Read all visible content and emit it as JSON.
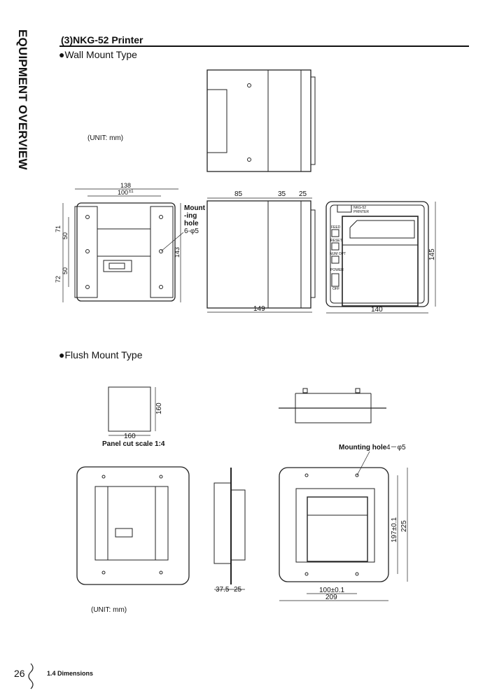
{
  "side_title": "EQUIPMENT OVERVIEW",
  "section_title": "(3)NKG-52 Printer",
  "wall_mount": {
    "heading": "●Wall Mount Type",
    "unit": "(UNIT: mm)",
    "rear_dims": {
      "width": "138",
      "hole_pitch": "100",
      "hole_tol": "±1",
      "top": "71",
      "bottom": "72",
      "pitch1": "50",
      "pitch2": "50",
      "height": "143"
    },
    "mount_hole": {
      "line1": "Mount",
      "line2": "-ing",
      "line3": "hole",
      "spec": "6-φ5"
    },
    "side_dims": {
      "d1": "85",
      "d2": "35",
      "d3": "25",
      "total": "149"
    },
    "front_dims": {
      "width": "140",
      "height": "145"
    },
    "front_panel": {
      "model": "NKG-52",
      "name": "PRINTER",
      "feed": "FEED",
      "reset": "RESET",
      "num": "NUM OPT",
      "power": "POWER",
      "off": "OFF"
    }
  },
  "flush_mount": {
    "heading": "●Flush Mount Type",
    "panel_cut": {
      "width": "160",
      "height": "160",
      "caption": "Panel cut scale 1:4"
    },
    "side_dims": {
      "d1": "37.5",
      "d2": "25"
    },
    "mounting_hole": {
      "label": "Mounting hole",
      "spec": "4－φ5"
    },
    "front_dims": {
      "hole_pitch_v": "197±0.1",
      "height": "225",
      "hole_pitch_h": "100±0.1",
      "width": "209"
    },
    "unit": "(UNIT: mm)"
  },
  "footer": {
    "page": "26",
    "section": "1.4 Dimensions"
  }
}
